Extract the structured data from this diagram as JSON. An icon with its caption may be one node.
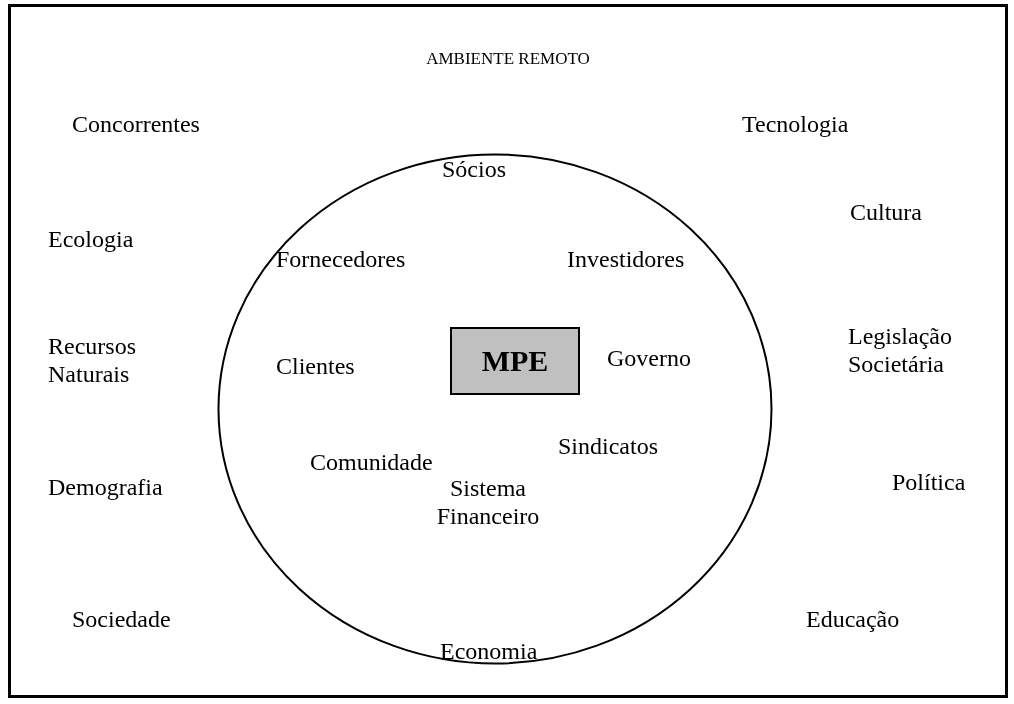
{
  "diagram": {
    "nodes": [
      {
        "text": [
          "AMBIENTE REMOTO"
        ]
      },
      {
        "text": [],
        "shape": "circle",
        "in": 0
      },
      {
        "text": [
          "MPE"
        ],
        "in": 1
      }
    ],
    "edges": [],
    "labels": [
      "Concorrentes",
      "Tecnologia",
      "Sócios",
      "Cultura",
      "Ecologia",
      "Fornecedores",
      "Investidores",
      "Recursos Naturais",
      "Clientes",
      "Governo",
      "Legislação Societária",
      "Sindicatos",
      "Comunidade",
      "Demografia",
      "Sistema Financeiro",
      "Política",
      "Sociedade",
      "Educação",
      "Economia"
    ]
  }
}
